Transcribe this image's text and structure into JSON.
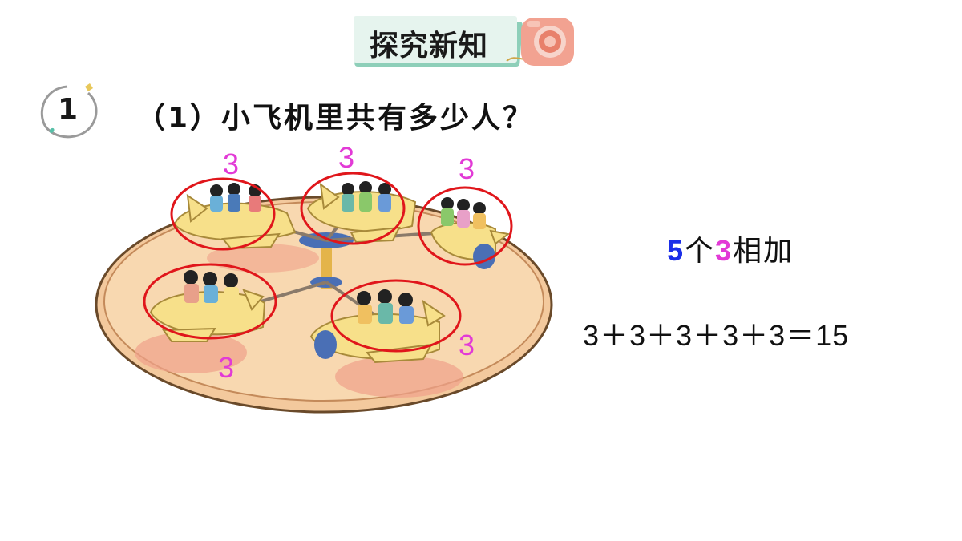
{
  "header": {
    "title": "探究新知",
    "icon": "camera-icon"
  },
  "question": {
    "number": "1",
    "number_icon": "ring-badge-icon",
    "text": "（1）小飞机里共有多少人？"
  },
  "illustration": {
    "description_icon": "carousel-planes-illustration",
    "group_labels": [
      "3",
      "3",
      "3",
      "3",
      "3"
    ],
    "highlight_color": "#e0161b"
  },
  "answer": {
    "phrase": {
      "count": "5",
      "measure_word": "个",
      "addend": "3",
      "verb": "相加"
    },
    "equation": "3＋3＋3＋3＋3＝15"
  },
  "colors": {
    "label": "#e23ad6",
    "count": "#1b2ee8",
    "badge_bg": "#e6f4ee",
    "badge_shadow": "#8ecfb9"
  }
}
